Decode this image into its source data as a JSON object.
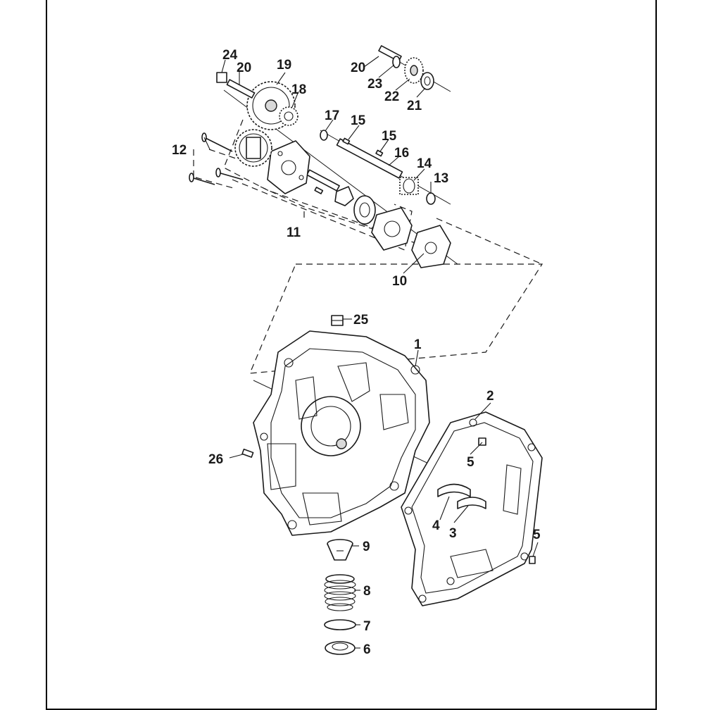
{
  "callouts": {
    "c1": "1",
    "c2": "2",
    "c3": "3",
    "c4": "4",
    "c5a": "5",
    "c5b": "5",
    "c6": "6",
    "c7": "7",
    "c8": "8",
    "c9": "9",
    "c10": "10",
    "c11": "11",
    "c12": "12",
    "c13": "13",
    "c14": "14",
    "c15a": "15",
    "c15b": "15",
    "c16": "16",
    "c17": "17",
    "c18": "18",
    "c19": "19",
    "c20a": "20",
    "c20b": "20",
    "c21": "21",
    "c22": "22",
    "c23": "23",
    "c24": "24",
    "c25": "25",
    "c26": "26"
  }
}
